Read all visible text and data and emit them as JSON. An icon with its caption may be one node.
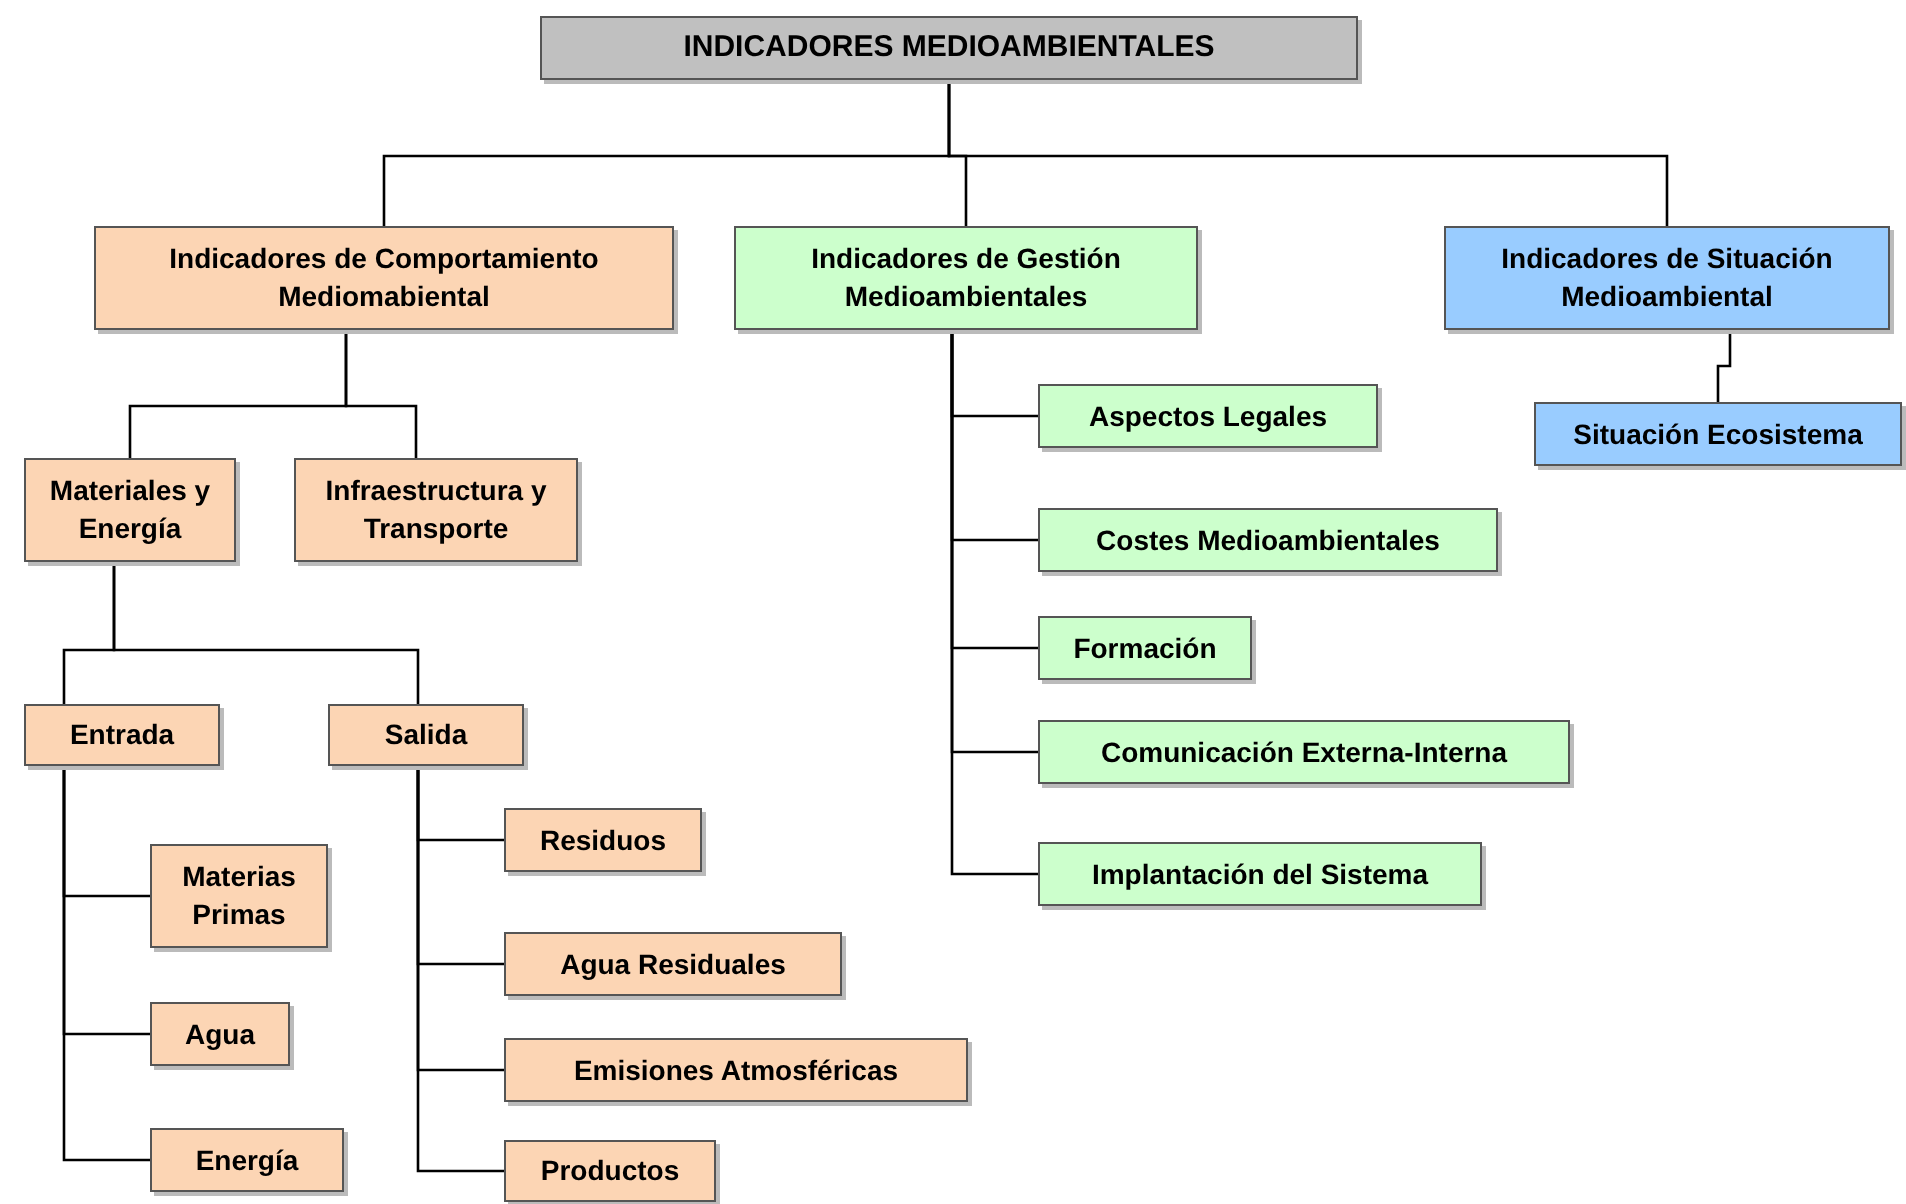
{
  "diagram": {
    "nodes": [
      {
        "text": [
          "INDICADORES MEDIOAMBIENTALES"
        ]
      },
      {
        "text": [
          "Indicadores de Comportamiento Mediomabiental"
        ]
      },
      {
        "text": [
          "Indicadores de Gestión Medioambientales"
        ]
      },
      {
        "text": [
          "Indicadores de Situación Medioambiental"
        ]
      },
      {
        "text": [
          "Situación Ecosistema"
        ]
      },
      {
        "text": [
          "Aspectos Legales"
        ]
      },
      {
        "text": [
          "Costes Medioambientales"
        ]
      },
      {
        "text": [
          "Formación"
        ]
      },
      {
        "text": [
          "Comunicación Externa-Interna"
        ]
      },
      {
        "text": [
          "Implantación del Sistema"
        ]
      },
      {
        "text": [
          "Materiales y Energía"
        ]
      },
      {
        "text": [
          "Infraestructura y Transporte"
        ]
      },
      {
        "text": [
          "Entrada"
        ]
      },
      {
        "text": [
          "Salida"
        ]
      },
      {
        "text": [
          "Residuos"
        ]
      },
      {
        "text": [
          "Agua Residuales"
        ]
      },
      {
        "text": [
          "Emisiones Atmosféricas"
        ]
      },
      {
        "text": [
          "Productos"
        ]
      },
      {
        "text": [
          "Materias Primas"
        ]
      },
      {
        "text": [
          "Agua"
        ]
      },
      {
        "text": [
          "Energía"
        ]
      }
    ],
    "edges": [
      {
        "from": 0,
        "to": 1,
        "arrow": "none"
      },
      {
        "from": 0,
        "to": 2,
        "arrow": "none"
      },
      {
        "from": 0,
        "to": 3,
        "arrow": "none"
      },
      {
        "from": 3,
        "to": 4,
        "arrow": "none"
      },
      {
        "from": 2,
        "to": 5,
        "arrow": "none"
      },
      {
        "from": 2,
        "to": 6,
        "arrow": "none"
      },
      {
        "from": 2,
        "to": 7,
        "arrow": "none"
      },
      {
        "from": 2,
        "to": 8,
        "arrow": "none"
      },
      {
        "from": 2,
        "to": 9,
        "arrow": "none"
      },
      {
        "from": 1,
        "to": 10,
        "arrow": "none"
      },
      {
        "from": 1,
        "to": 11,
        "arrow": "none"
      },
      {
        "from": 10,
        "to": 12,
        "arrow": "none"
      },
      {
        "from": 10,
        "to": 13,
        "arrow": "none"
      },
      {
        "from": 13,
        "to": 14,
        "arrow": "none"
      },
      {
        "from": 13,
        "to": 15,
        "arrow": "none"
      },
      {
        "from": 13,
        "to": 16,
        "arrow": "none"
      },
      {
        "from": 13,
        "to": 17,
        "arrow": "none"
      },
      {
        "from": 12,
        "to": 18,
        "arrow": "none"
      },
      {
        "from": 12,
        "to": 19,
        "arrow": "none"
      },
      {
        "from": 12,
        "to": 20,
        "arrow": "none"
      }
    ]
  }
}
